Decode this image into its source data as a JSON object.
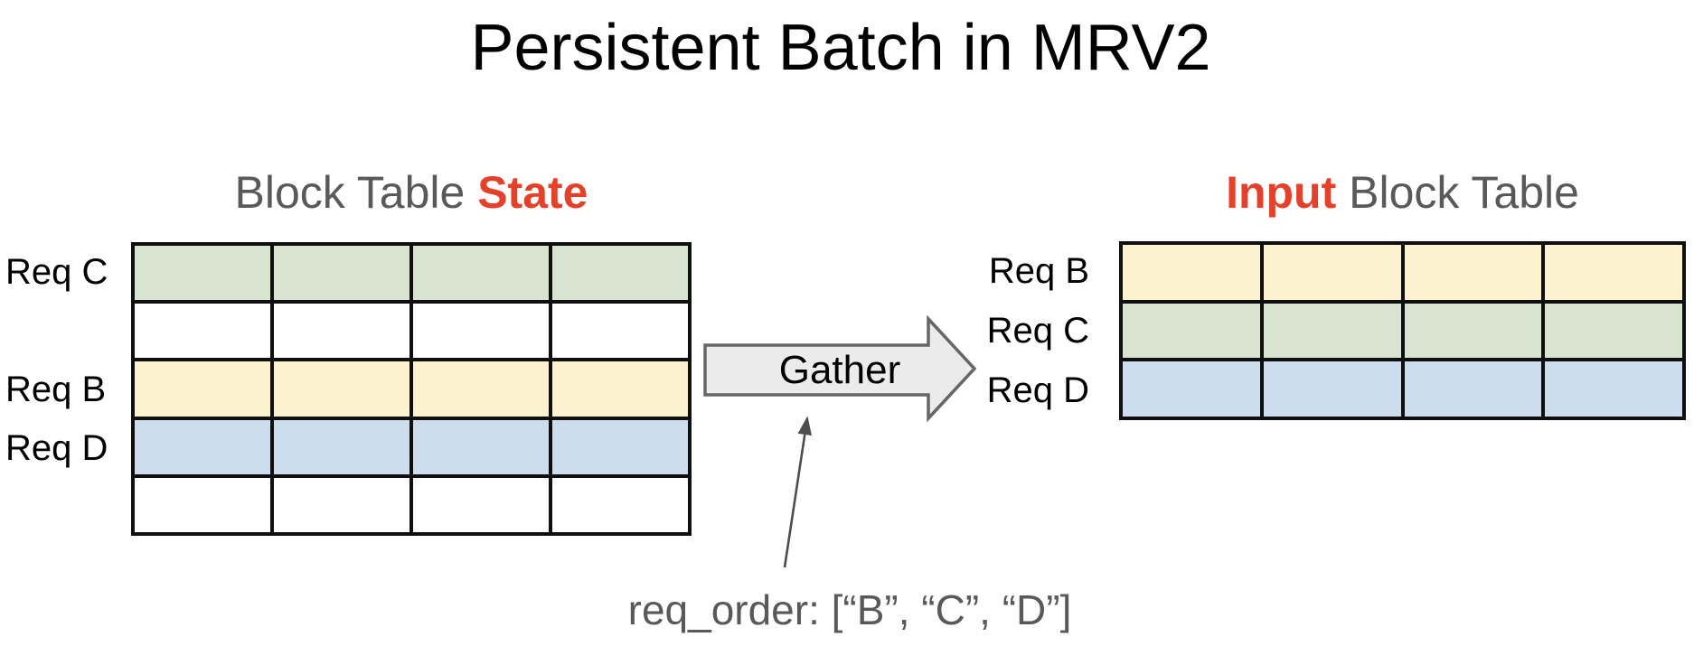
{
  "title": "Persistent Batch in MRV2",
  "colors": {
    "red": "#e5402a",
    "gray_text": "#595959",
    "green": "#d9e4d0",
    "yellow": "#fdf2cf",
    "blue": "#cedded",
    "white": "#ffffff",
    "table_border": "#0f0f0f",
    "arrow_fill": "#ebebeb",
    "arrow_stroke": "#666666",
    "annotation_arrow": "#4d4d4d"
  },
  "left_table": {
    "title_prefix": "Block Table ",
    "title_emphasis": "State",
    "columns": 4,
    "rows": [
      {
        "label": "Req C",
        "color": "#d9e4d0"
      },
      {
        "label": "",
        "color": "#ffffff"
      },
      {
        "label": "Req B",
        "color": "#fdf2cf"
      },
      {
        "label": "Req D",
        "color": "#cedded"
      },
      {
        "label": "",
        "color": "#ffffff"
      }
    ]
  },
  "right_table": {
    "title_emphasis": "Input",
    "title_suffix": " Block Table",
    "columns": 4,
    "rows": [
      {
        "label": "Req B",
        "color": "#fdf2cf"
      },
      {
        "label": "Req C",
        "color": "#d9e4d0"
      },
      {
        "label": "Req D",
        "color": "#cedded"
      }
    ]
  },
  "gather": {
    "label": "Gather"
  },
  "annotation": {
    "label": "req_order: [“B”, “C”, “D”]"
  }
}
